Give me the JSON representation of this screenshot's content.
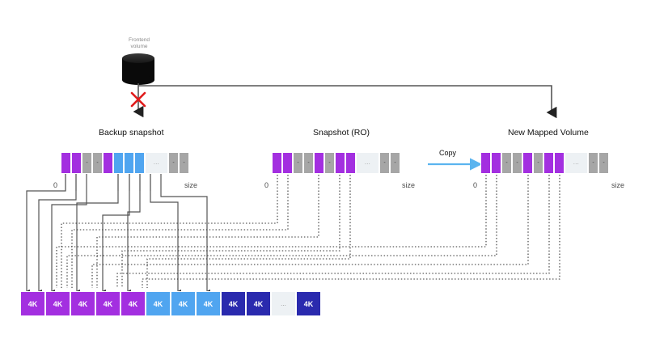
{
  "palette": {
    "purple": "#A32FE0",
    "light_blue": "#50A5F0",
    "dark_blue": "#2A2AAE",
    "gray": "#A6A6A6",
    "empty": "#EDF1F4",
    "line": "#555555",
    "red": "#E01B1B",
    "black": "#0A0A0A",
    "copy_arrow": "#5AB4EF"
  },
  "frontend": {
    "label_line1": "Frontend",
    "label_line2": "volume",
    "broken_marker": "x-mark"
  },
  "sections": [
    {
      "id": "backup-snapshot",
      "title": "Backup snapshot",
      "start_label": "0",
      "end_label": "size",
      "cells": [
        {
          "type": "purple",
          "text": ""
        },
        {
          "type": "purple",
          "text": ""
        },
        {
          "type": "gray",
          "text": "-"
        },
        {
          "type": "gray",
          "text": "-"
        },
        {
          "type": "purple",
          "text": ""
        },
        {
          "type": "blue",
          "text": ""
        },
        {
          "type": "blue",
          "text": ""
        },
        {
          "type": "blue",
          "text": ""
        },
        {
          "type": "empty",
          "text": "..."
        },
        {
          "type": "gray",
          "text": "-"
        },
        {
          "type": "gray",
          "text": "-"
        }
      ]
    },
    {
      "id": "snapshot-ro",
      "title": "Snapshot (RO)",
      "start_label": "0",
      "end_label": "size",
      "cells": [
        {
          "type": "purple",
          "text": ""
        },
        {
          "type": "purple",
          "text": ""
        },
        {
          "type": "gray",
          "text": "-"
        },
        {
          "type": "gray",
          "text": "-"
        },
        {
          "type": "purple",
          "text": ""
        },
        {
          "type": "gray",
          "text": "-"
        },
        {
          "type": "purple",
          "text": ""
        },
        {
          "type": "purple",
          "text": ""
        },
        {
          "type": "empty",
          "text": "..."
        },
        {
          "type": "gray",
          "text": "-"
        },
        {
          "type": "gray",
          "text": "-"
        }
      ]
    },
    {
      "id": "new-mapped-volume",
      "title": "New Mapped Volume",
      "start_label": "0",
      "end_label": "size",
      "cells": [
        {
          "type": "purple",
          "text": ""
        },
        {
          "type": "purple",
          "text": ""
        },
        {
          "type": "gray",
          "text": "-"
        },
        {
          "type": "gray",
          "text": "-"
        },
        {
          "type": "purple",
          "text": ""
        },
        {
          "type": "gray",
          "text": "-"
        },
        {
          "type": "purple",
          "text": ""
        },
        {
          "type": "purple",
          "text": ""
        },
        {
          "type": "empty",
          "text": "..."
        },
        {
          "type": "gray",
          "text": "-"
        },
        {
          "type": "gray",
          "text": "-"
        }
      ]
    }
  ],
  "copy": {
    "label": "Copy"
  },
  "storage": {
    "id": "backing-store",
    "blocks": [
      {
        "type": "purple",
        "text": "4K"
      },
      {
        "type": "purple",
        "text": "4K"
      },
      {
        "type": "purple",
        "text": "4K"
      },
      {
        "type": "purple",
        "text": "4K"
      },
      {
        "type": "purple",
        "text": "4K"
      },
      {
        "type": "blue",
        "text": "4K"
      },
      {
        "type": "blue",
        "text": "4K"
      },
      {
        "type": "blue",
        "text": "4K"
      },
      {
        "type": "dblue",
        "text": "4K"
      },
      {
        "type": "dblue",
        "text": "4K"
      },
      {
        "type": "empty",
        "text": "..."
      },
      {
        "type": "dblue",
        "text": "4K"
      }
    ]
  }
}
